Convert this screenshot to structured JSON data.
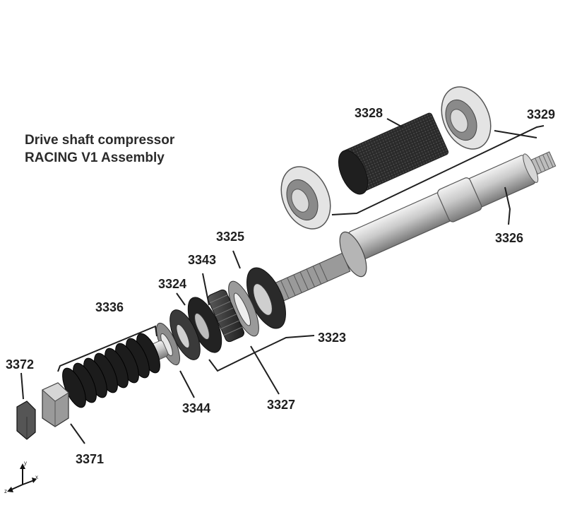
{
  "title": {
    "line1": "Drive shaft compressor",
    "line2": "RACING V1 Assembly"
  },
  "parts": {
    "p3328": "3328",
    "p3329": "3329",
    "p3326": "3326",
    "p3325": "3325",
    "p3343": "3343",
    "p3324": "3324",
    "p3336": "3336",
    "p3323": "3323",
    "p3372": "3372",
    "p3344": "3344",
    "p3327": "3327",
    "p3371": "3371"
  },
  "axes_icon": {
    "y": "y",
    "z": "z",
    "x": "x"
  },
  "colors": {
    "dark_metal": "#3a3a3a",
    "light_metal": "#c8c8c8",
    "line": "#1f1f1f"
  }
}
